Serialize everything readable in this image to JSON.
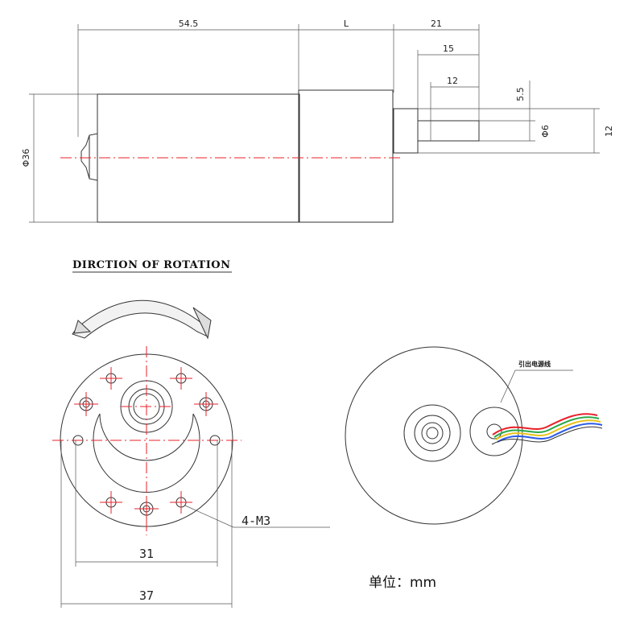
{
  "side_view": {
    "dims": {
      "motor_length": "54.5",
      "gearbox_length": "L",
      "shaft_total": "21",
      "shaft_mid": "15",
      "shaft_flat": "12",
      "shaft_offset": "5.5",
      "shaft_diameter": "Φ6",
      "boss_diameter": "12",
      "body_diameter": "Φ36"
    }
  },
  "front_view": {
    "title": "DIRCTION OF ROTATION",
    "hole_callout": "4-M3",
    "dims": {
      "hole_spacing": "31",
      "body_width": "37"
    }
  },
  "rear_view": {
    "lead_label": "引出电源线"
  },
  "units_label": "单位：mm",
  "colors": {
    "line": "#333333",
    "centerline": "#e8202a",
    "wire_red": "#e8202a",
    "wire_green": "#2aa84a",
    "wire_yellow": "#e8c21a",
    "wire_blue": "#2a5ae8"
  }
}
